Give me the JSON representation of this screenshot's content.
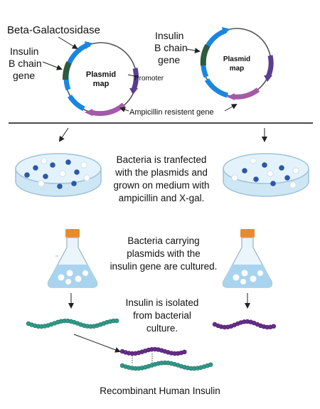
{
  "labels": {
    "beta_gal": "Beta-Galactosidase",
    "insulin_b_left": [
      "Insulin",
      "B chain",
      "gene"
    ],
    "insulin_b_right": [
      "Insulin",
      "B chain",
      "gene"
    ],
    "plasmid_map_left": [
      "Plasmid",
      "map"
    ],
    "plasmid_map_right": [
      "Plasmid",
      "map"
    ],
    "promoter": "Promoter",
    "amp_gene": "Ampicillin resistent gene",
    "step_transfect": [
      "Bacteria is tranfected",
      "with the plasmids and",
      "grown on medium with",
      "ampicillin and X-gal."
    ],
    "step_culture": [
      "Bacteria carrying",
      "plasmids with the",
      "insulin gene are cultured."
    ],
    "step_isolate": [
      "Insulin is isolated",
      "from bacterial",
      "culture."
    ],
    "final": "Recombinant Human Insulin"
  },
  "colors": {
    "plasmid_backbone": "#555555",
    "lacZ_blue": "#1a86e0",
    "insulin_green": "#2f5b3a",
    "promoter_purple": "#5b3f8e",
    "amp_magenta": "#a35aa8",
    "dish_liquid": "#d6ecf7",
    "dish_rim": "#9cc3dc",
    "colony_blue": "#2c59a6",
    "flask_cap": "#e98a2c",
    "flask_liquid": "#a9d4f0",
    "teal_chain": "#2e9c8a",
    "purple_chain": "#6a2c8e"
  }
}
